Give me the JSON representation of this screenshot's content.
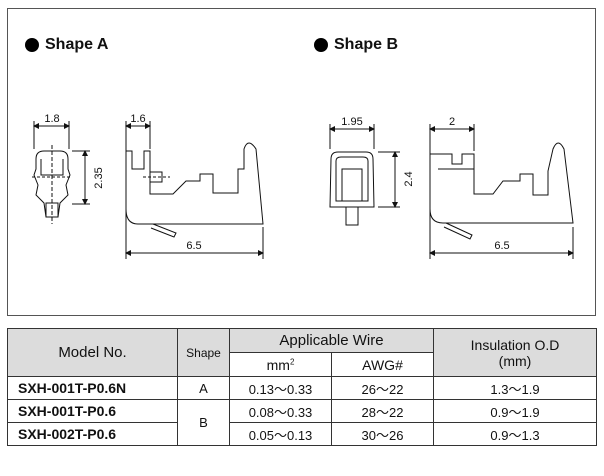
{
  "shape_a": {
    "label": "Shape A",
    "dims": {
      "front_width": "1.8",
      "front_height": "2.35",
      "side_tab": "1.6",
      "length": "6.5"
    }
  },
  "shape_b": {
    "label": "Shape B",
    "dims": {
      "front_width": "1.95",
      "front_height": "2.4",
      "side_tab": "2",
      "length": "6.5"
    }
  },
  "table": {
    "headers": {
      "model": "Model No.",
      "shape": "Shape",
      "wire": "Applicable Wire",
      "mm2_base": "mm",
      "mm2_sup": "2",
      "awg": "AWG#",
      "insulation_line1": "Insulation O.D",
      "insulation_line2": "(mm)"
    },
    "rows": [
      {
        "model": "SXH-001T-P0.6N",
        "shape": "A",
        "mm2": "0.13〜0.33",
        "awg": "26〜22",
        "insulation": "1.3〜1.9"
      },
      {
        "model": "SXH-001T-P0.6",
        "shape": "B",
        "mm2": "0.08〜0.33",
        "awg": "28〜22",
        "insulation": "0.9〜1.9"
      },
      {
        "model": "SXH-002T-P0.6",
        "shape": "B",
        "mm2": "0.05〜0.13",
        "awg": "30〜26",
        "insulation": "0.9〜1.3"
      }
    ]
  }
}
